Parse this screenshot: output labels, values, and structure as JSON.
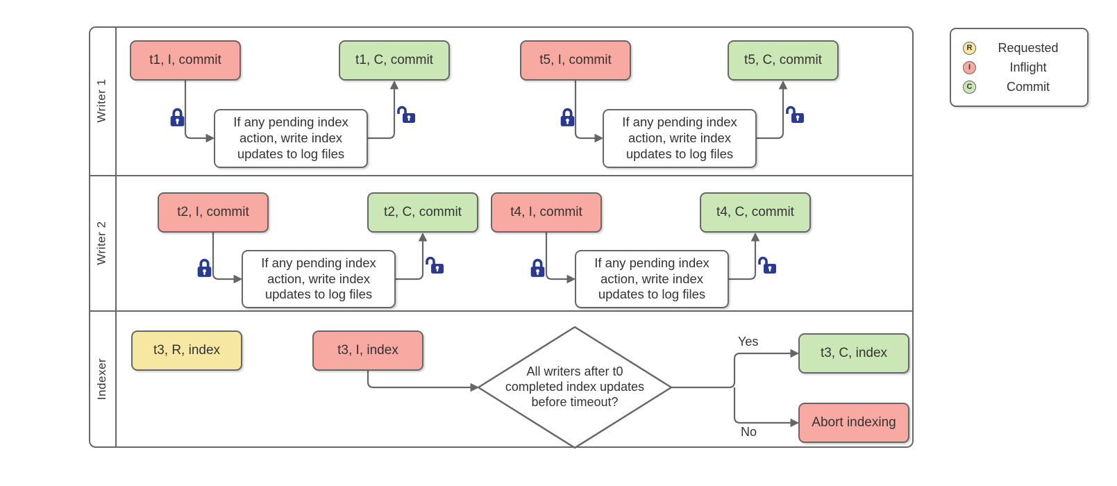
{
  "lanes": [
    {
      "label": "Writer 1",
      "events": [
        {
          "text": "t1, I, commit",
          "state": "inflight"
        },
        {
          "text": "t1, C, commit",
          "state": "commit"
        },
        {
          "text": "t5, I, commit",
          "state": "inflight"
        },
        {
          "text": "t5, C, commit",
          "state": "commit"
        }
      ],
      "notes": [
        "If any pending index action, write index updates to log files",
        "If any pending index action, write index updates to log files"
      ]
    },
    {
      "label": "Writer 2",
      "events": [
        {
          "text": "t2, I, commit",
          "state": "inflight"
        },
        {
          "text": "t2, C, commit",
          "state": "commit"
        },
        {
          "text": "t4, I, commit",
          "state": "inflight"
        },
        {
          "text": "t4, C, commit",
          "state": "commit"
        }
      ],
      "notes": [
        "If any pending index action, write index updates to log files",
        "If any pending index action, write index updates to log files"
      ]
    },
    {
      "label": "Indexer",
      "events": [
        {
          "text": "t3, R, index",
          "state": "requested"
        },
        {
          "text": "t3, I, index",
          "state": "inflight"
        },
        {
          "text": "t3, C, index",
          "state": "commit"
        },
        {
          "text": "Abort indexing",
          "state": "inflight"
        }
      ],
      "decision": {
        "question": "All writers after t0 completed index updates before timeout?",
        "yes_label": "Yes",
        "no_label": "No"
      }
    }
  ],
  "legend": {
    "items": [
      {
        "letter": "R",
        "label": "Requested"
      },
      {
        "letter": "I",
        "label": "Inflight"
      },
      {
        "letter": "C",
        "label": "Commit"
      }
    ]
  },
  "icons": {
    "lock_closed": "closed-padlock",
    "lock_open": "open-padlock"
  },
  "colors": {
    "requested_fill": "#f6e8a2",
    "inflight_fill": "#f8a9a1",
    "commit_fill": "#cbe7b5",
    "note_fill": "#ffffff",
    "stroke": "#666666",
    "text": "#333333",
    "lock": "#2b3a91"
  }
}
